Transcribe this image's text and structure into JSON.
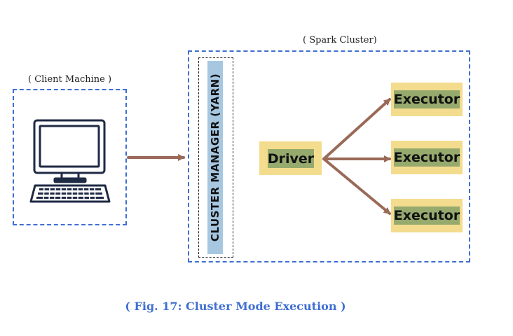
{
  "labels": {
    "client_machine": "( Client Machine )",
    "spark_cluster": "( Spark Cluster)",
    "cluster_manager": "CLUSTER MANAGER (YARN)"
  },
  "nodes": {
    "driver": "Driver",
    "executors": [
      "Executor",
      "Executor",
      "Executor"
    ]
  },
  "caption": "( Fig. 17: Cluster Mode Execution )",
  "colors": {
    "dashed_border": "#3f6fd1",
    "arrow": "#9a6a58",
    "node_fill": "#f4dc8e",
    "node_label_bg": "#97aa6e",
    "cluster_manager_fill": "#a7c7e0",
    "computer_icon": "#1f2a44"
  },
  "icons": {
    "client": "desktop-computer-icon"
  }
}
